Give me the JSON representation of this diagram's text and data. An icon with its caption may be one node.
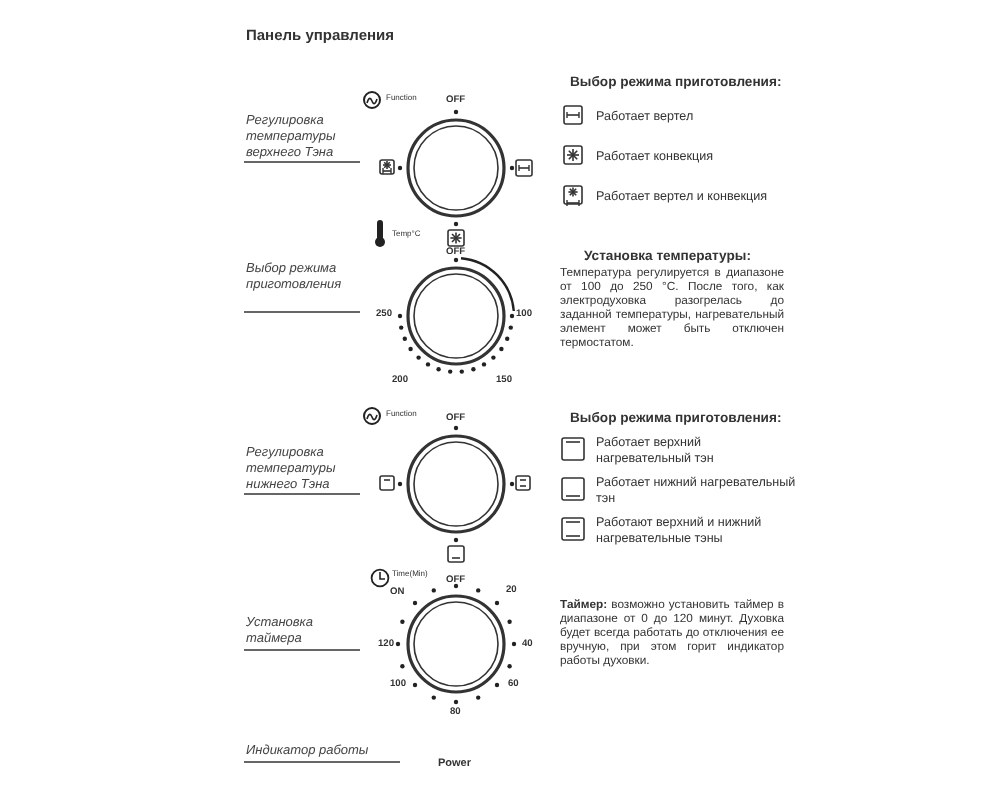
{
  "diagram": {
    "title": "Панель управления",
    "labels": [
      "Function",
      "OFF",
      "Выбор режима приготовления:",
      "Работает вертел",
      "Регулировка температуры верхнего Тэна",
      "Работает конвекция",
      "Работает вертел и конвекция",
      "Temp°C",
      "OFF",
      "Выбор режима приготовления",
      "Установка температуры:",
      "Температура регулируется в диапазоне от 100 до 250 °С. После того, как электродуховка разогрелась до заданной температуры, нагревательный элемент может быть отключен термостатом.",
      "250",
      "100",
      "200",
      "150",
      "Function",
      "OFF",
      "Выбор режима приготовления:",
      "Работает верхний нагревательный тэн",
      "Регулировка температуры нижнего Тэна",
      "Работает нижний нагревательный тэн",
      "Работают верхний и нижний нагревательные тэны",
      "Time(Min)",
      "OFF",
      "ON",
      "20",
      "Установка таймера",
      "**Таймер:** возможно установить таймер в диапазоне от 0 до 120 минут. Духовка будет всегда работать до отключения ее вручную, при этом горит индикатор работы духовки.",
      "120",
      "40",
      "100",
      "60",
      "80",
      "Индикатор работы",
      "Power"
    ]
  }
}
